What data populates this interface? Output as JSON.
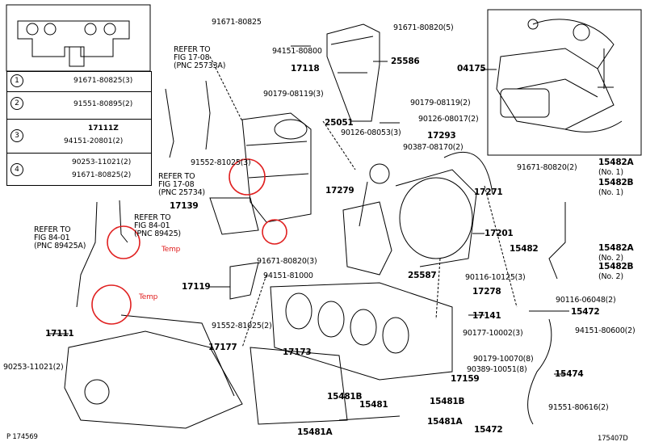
{
  "legend": {
    "rows": [
      {
        "num": "1",
        "items": [
          "91671-80825(3)"
        ]
      },
      {
        "num": "2",
        "items": [
          "91551-80895(2)"
        ]
      },
      {
        "num": "3",
        "items": [
          "17111Z",
          "94151-20801(2)"
        ]
      },
      {
        "num": "4",
        "items": [
          "90253-11021(2)",
          "91671-80825(2)"
        ]
      }
    ]
  },
  "refs": {
    "ref_17_08_a": [
      "REFER TO",
      "FIG 17-08",
      "(PNC 25733A)"
    ],
    "ref_17_08_b": [
      "REFER TO",
      "FIG 17-08",
      "(PNC 25734)"
    ],
    "ref_84_01_a": [
      "REFER TO",
      "FIG 84-01",
      "(PNC 89425)"
    ],
    "ref_84_01_b": [
      "REFER TO",
      "FIG 84-01",
      "(PNC 89425A)"
    ]
  },
  "annotations": {
    "temp": "Temp"
  },
  "labels": [
    "91671-80825",
    "94151-80800",
    "17118",
    "91671-80820(5)",
    "25586",
    "04175",
    "90179-08119(3)",
    "25051",
    "90179-08119(2)",
    "90126-08017(2)",
    "90126-08053(3)",
    "17293",
    "90387-08170(2)",
    "91552-81025(3)",
    "17279",
    "17271",
    "91671-80820(2)",
    "15482A",
    "(No. 1)",
    "15482B",
    "(No. 1)",
    "17139",
    "17201",
    "15482",
    "15482A",
    "(No. 2)",
    "15482B",
    "(No. 2)",
    "91671-80820(3)",
    "25587",
    "94151-81000",
    "90116-10125(3)",
    "17119",
    "17278",
    "90116-06048(2)",
    "15472",
    "17141",
    "91552-81025(2)",
    "90177-10002(3)",
    "94151-80600(2)",
    "17111",
    "17177",
    "17173",
    "90179-10070(8)",
    "90389-10051(8)",
    "17159",
    "90253-11021(2)",
    "15474",
    "15481B",
    "15481",
    "15481B",
    "91551-80616(2)",
    "15481A",
    "15481A",
    "15472"
  ],
  "footer": {
    "left": "P 174569",
    "right": "175407D"
  }
}
